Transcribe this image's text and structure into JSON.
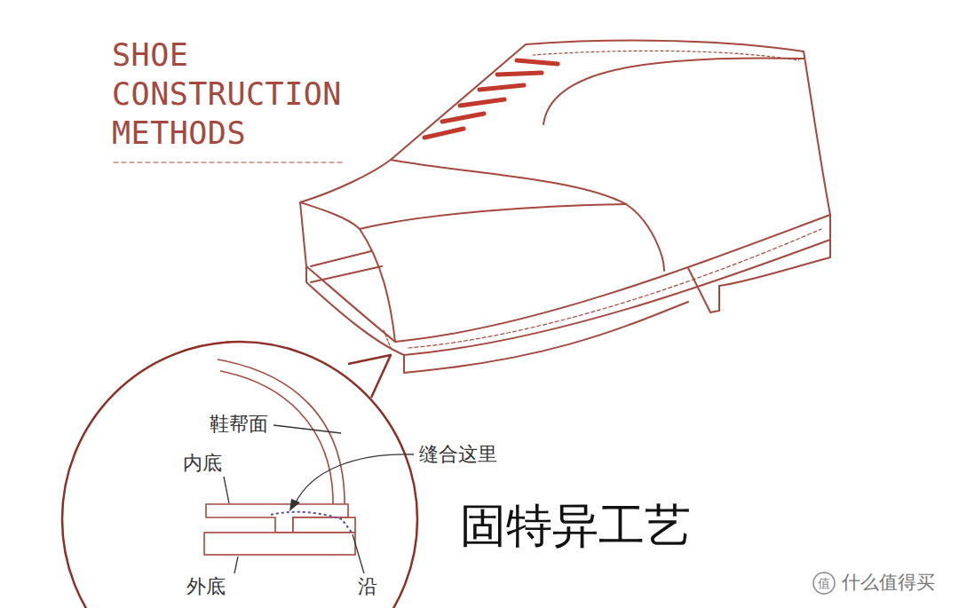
{
  "diagram": {
    "title": "SHOE CONSTRUCTION METHODS",
    "labels": [
      "鞋帮面",
      "内底",
      "缝合这里",
      "固特异工艺",
      "外底",
      "沿",
      "值",
      "什么值得买"
    ]
  }
}
